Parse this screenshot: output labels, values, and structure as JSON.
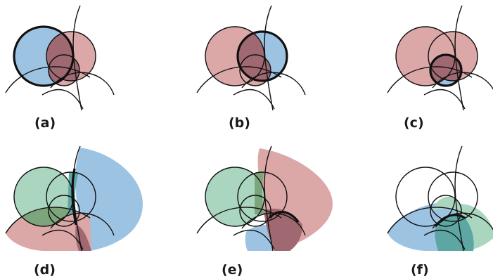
{
  "figure": {
    "panels": [
      {
        "id": "a",
        "label": "(a)"
      },
      {
        "id": "b",
        "label": "(b)"
      },
      {
        "id": "c",
        "label": "(c)"
      },
      {
        "id": "d",
        "label": "(d)"
      },
      {
        "id": "e",
        "label": "(e)"
      },
      {
        "id": "f",
        "label": "(f)"
      }
    ],
    "colors": {
      "blue": "#9dc3e3",
      "pink": "#dca7a7",
      "dark_red": "#a06870",
      "green": "#aad6c0",
      "olive_green": "#7da57b",
      "teal": "#5da6a3",
      "outline": "#111111"
    }
  }
}
